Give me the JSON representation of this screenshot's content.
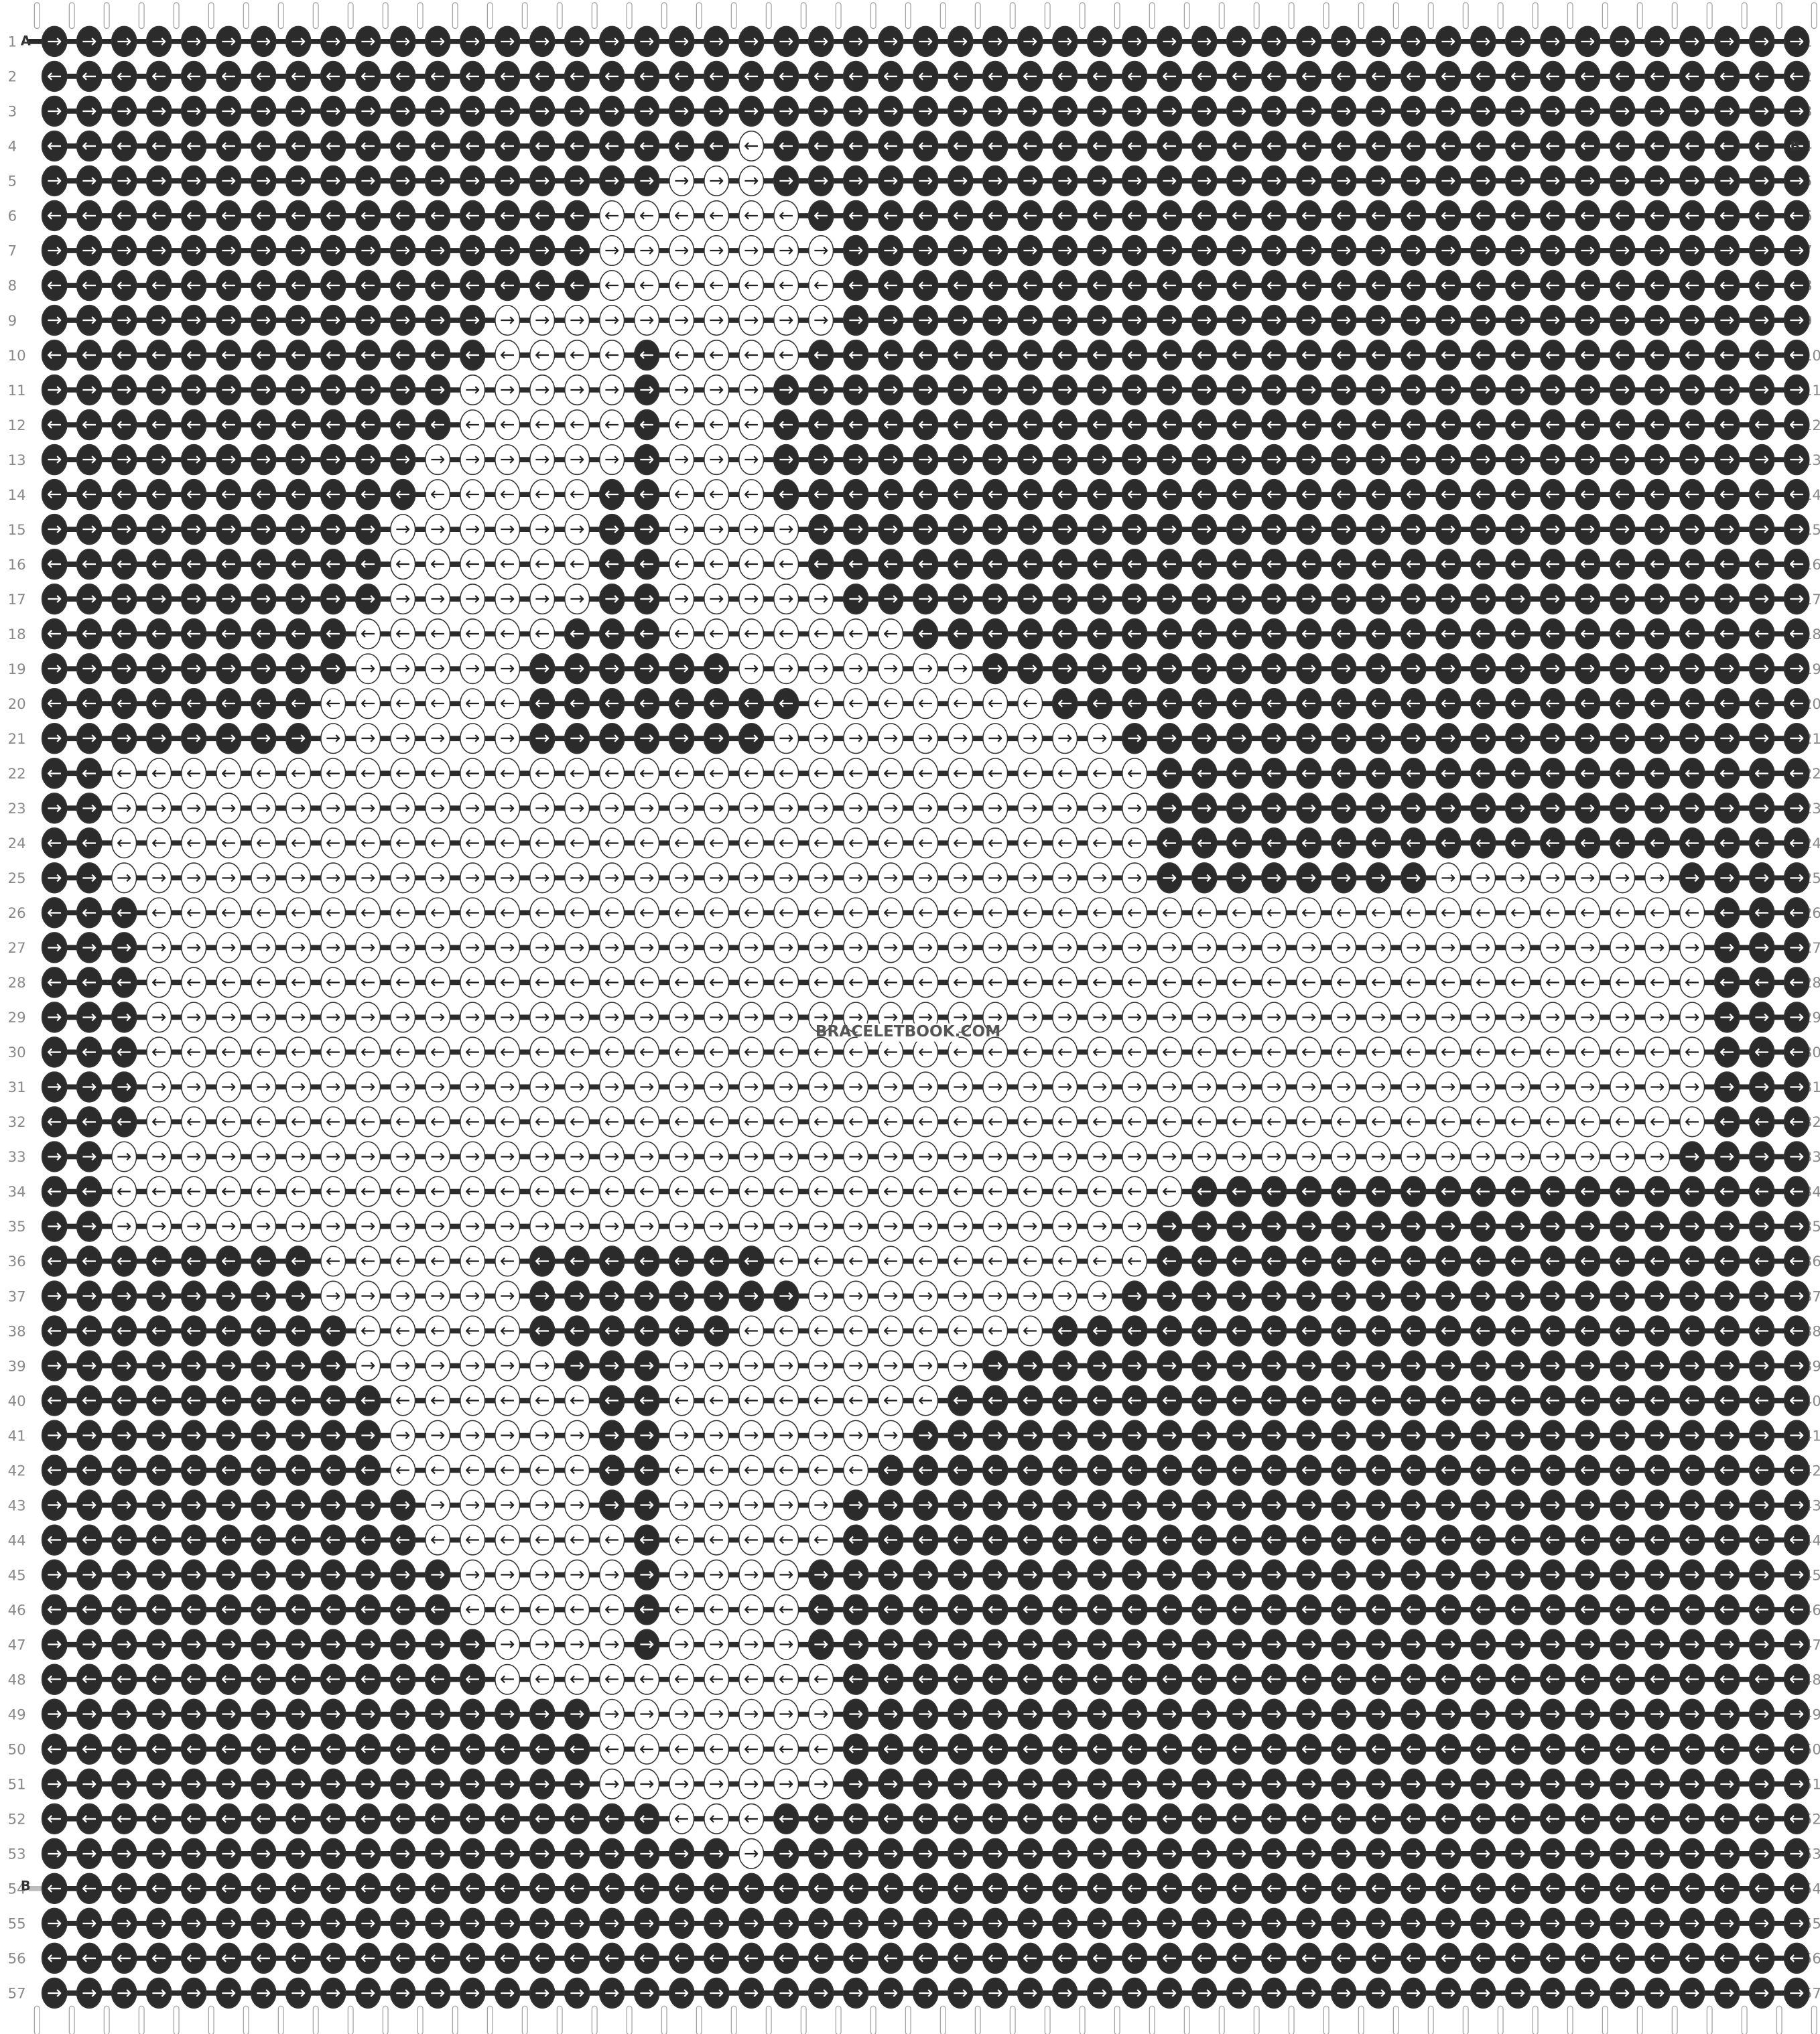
{
  "pattern": {
    "rows": 57,
    "knots_per_row": 51,
    "strand_labels": {
      "left_top": "A",
      "right_row4": "B",
      "left_row54": "B"
    },
    "watermark": "BRACELETBOOK.COM",
    "colors": {
      "dark": "#2b2b2b",
      "light": "#ffffff",
      "outline": "#333333",
      "arrow_on_dark": "#ffffff",
      "arrow_on_light": "#222222"
    },
    "icons": {
      "knot_forward": "right-arrow-icon",
      "knot_backward": "left-arrow-icon"
    },
    "light_cells": [
      [],
      [],
      [],
      [
        20
      ],
      [
        18,
        19,
        20
      ],
      [
        16,
        17,
        18,
        19,
        20,
        21
      ],
      [
        16,
        17,
        18,
        19,
        20,
        21,
        22
      ],
      [
        16,
        17,
        18,
        19,
        20,
        21,
        22
      ],
      [
        13,
        14,
        15,
        16,
        17,
        18,
        19,
        20,
        21,
        22
      ],
      [
        13,
        14,
        15,
        16,
        18,
        19,
        20,
        21
      ],
      [
        12,
        13,
        14,
        15,
        16,
        18,
        19,
        20
      ],
      [
        12,
        13,
        14,
        15,
        16,
        18,
        19,
        20
      ],
      [
        11,
        12,
        13,
        14,
        15,
        16,
        18,
        19,
        20
      ],
      [
        11,
        12,
        13,
        14,
        15,
        18,
        19,
        20
      ],
      [
        10,
        11,
        12,
        13,
        14,
        15,
        18,
        19,
        20,
        21
      ],
      [
        10,
        11,
        12,
        13,
        14,
        15,
        18,
        19,
        20,
        21
      ],
      [
        10,
        11,
        12,
        13,
        14,
        15,
        18,
        19,
        20,
        21,
        22
      ],
      [
        9,
        10,
        11,
        12,
        13,
        14,
        18,
        19,
        20,
        21,
        22,
        23,
        24
      ],
      [
        9,
        10,
        11,
        12,
        13,
        20,
        21,
        22,
        23,
        24,
        25,
        26
      ],
      [
        8,
        9,
        10,
        11,
        12,
        13,
        22,
        23,
        24,
        25,
        26,
        27,
        28
      ],
      [
        8,
        9,
        10,
        11,
        12,
        13,
        21,
        22,
        23,
        24,
        25,
        26,
        27,
        28,
        29,
        30
      ],
      [
        2,
        3,
        4,
        5,
        6,
        7,
        8,
        9,
        10,
        11,
        12,
        13,
        14,
        15,
        16,
        17,
        18,
        19,
        20,
        21,
        22,
        23,
        24,
        25,
        26,
        27,
        28,
        29,
        30,
        31
      ],
      [
        2,
        3,
        4,
        5,
        6,
        7,
        8,
        9,
        10,
        11,
        12,
        13,
        14,
        15,
        16,
        17,
        18,
        19,
        20,
        21,
        22,
        23,
        24,
        25,
        26,
        27,
        28,
        29,
        30,
        31
      ],
      [
        2,
        3,
        4,
        5,
        6,
        7,
        8,
        9,
        10,
        11,
        12,
        13,
        14,
        15,
        16,
        17,
        18,
        19,
        20,
        21,
        22,
        23,
        24,
        25,
        26,
        27,
        28,
        29,
        30,
        31
      ],
      [
        2,
        3,
        4,
        5,
        6,
        7,
        8,
        9,
        10,
        11,
        12,
        13,
        14,
        15,
        16,
        17,
        18,
        19,
        20,
        21,
        22,
        23,
        24,
        25,
        26,
        27,
        28,
        29,
        30,
        31,
        40,
        41,
        42,
        43,
        44,
        45,
        46
      ],
      [
        3,
        4,
        5,
        6,
        7,
        8,
        9,
        10,
        11,
        12,
        13,
        14,
        15,
        16,
        17,
        18,
        19,
        20,
        21,
        22,
        23,
        24,
        25,
        26,
        27,
        28,
        29,
        30,
        31,
        32,
        33,
        34,
        35,
        36,
        37,
        38,
        39,
        40,
        41,
        42,
        43,
        44,
        45,
        46,
        47
      ],
      [
        3,
        4,
        5,
        6,
        7,
        8,
        9,
        10,
        11,
        12,
        13,
        14,
        15,
        16,
        17,
        18,
        19,
        20,
        21,
        22,
        23,
        24,
        25,
        26,
        27,
        28,
        29,
        30,
        31,
        32,
        33,
        34,
        35,
        36,
        37,
        38,
        39,
        40,
        41,
        42,
        43,
        44,
        45,
        46,
        47
      ],
      [
        3,
        4,
        5,
        6,
        7,
        8,
        9,
        10,
        11,
        12,
        13,
        14,
        15,
        16,
        17,
        18,
        19,
        20,
        21,
        22,
        23,
        24,
        25,
        26,
        27,
        28,
        29,
        30,
        31,
        32,
        33,
        34,
        35,
        36,
        37,
        38,
        39,
        40,
        41,
        42,
        43,
        44,
        45,
        46,
        47
      ],
      [
        3,
        4,
        5,
        6,
        7,
        8,
        9,
        10,
        11,
        12,
        13,
        14,
        15,
        16,
        17,
        18,
        19,
        20,
        21,
        22,
        23,
        24,
        25,
        26,
        27,
        28,
        29,
        30,
        31,
        32,
        33,
        34,
        35,
        36,
        37,
        38,
        39,
        40,
        41,
        42,
        43,
        44,
        45,
        46,
        47
      ],
      [
        3,
        4,
        5,
        6,
        7,
        8,
        9,
        10,
        11,
        12,
        13,
        14,
        15,
        16,
        17,
        18,
        19,
        20,
        21,
        22,
        23,
        24,
        25,
        26,
        27,
        28,
        29,
        30,
        31,
        32,
        33,
        34,
        35,
        36,
        37,
        38,
        39,
        40,
        41,
        42,
        43,
        44,
        45,
        46,
        47
      ],
      [
        3,
        4,
        5,
        6,
        7,
        8,
        9,
        10,
        11,
        12,
        13,
        14,
        15,
        16,
        17,
        18,
        19,
        20,
        21,
        22,
        23,
        24,
        25,
        26,
        27,
        28,
        29,
        30,
        31,
        32,
        33,
        34,
        35,
        36,
        37,
        38,
        39,
        40,
        41,
        42,
        43,
        44,
        45,
        46,
        47
      ],
      [
        3,
        4,
        5,
        6,
        7,
        8,
        9,
        10,
        11,
        12,
        13,
        14,
        15,
        16,
        17,
        18,
        19,
        20,
        21,
        22,
        23,
        24,
        25,
        26,
        27,
        28,
        29,
        30,
        31,
        32,
        33,
        34,
        35,
        36,
        37,
        38,
        39,
        40,
        41,
        42,
        43,
        44,
        45,
        46,
        47
      ],
      [
        2,
        3,
        4,
        5,
        6,
        7,
        8,
        9,
        10,
        11,
        12,
        13,
        14,
        15,
        16,
        17,
        18,
        19,
        20,
        21,
        22,
        23,
        24,
        25,
        26,
        27,
        28,
        29,
        30,
        31,
        32,
        33,
        34,
        35,
        36,
        37,
        38,
        39,
        40,
        41,
        42,
        43,
        44,
        45,
        46
      ],
      [
        2,
        3,
        4,
        5,
        6,
        7,
        8,
        9,
        10,
        11,
        12,
        13,
        14,
        15,
        16,
        17,
        18,
        19,
        20,
        21,
        22,
        23,
        24,
        25,
        26,
        27,
        28,
        29,
        30,
        31,
        32
      ],
      [
        2,
        3,
        4,
        5,
        6,
        7,
        8,
        9,
        10,
        11,
        12,
        13,
        14,
        15,
        16,
        17,
        18,
        19,
        20,
        21,
        22,
        23,
        24,
        25,
        26,
        27,
        28,
        29,
        30,
        31
      ],
      [
        8,
        9,
        10,
        11,
        12,
        13,
        21,
        22,
        23,
        24,
        25,
        26,
        27,
        28,
        29,
        30,
        31
      ],
      [
        8,
        9,
        10,
        11,
        12,
        13,
        22,
        23,
        24,
        25,
        26,
        27,
        28,
        29,
        30
      ],
      [
        9,
        10,
        11,
        12,
        13,
        20,
        21,
        22,
        23,
        24,
        25,
        26,
        27,
        28
      ],
      [
        9,
        10,
        11,
        12,
        13,
        14,
        18,
        19,
        20,
        21,
        22,
        23,
        24,
        25,
        26
      ],
      [
        10,
        11,
        12,
        13,
        14,
        15,
        18,
        19,
        20,
        21,
        22,
        23,
        24,
        25
      ],
      [
        10,
        11,
        12,
        13,
        14,
        15,
        18,
        19,
        20,
        21,
        22,
        23,
        24
      ],
      [
        10,
        11,
        12,
        13,
        14,
        15,
        18,
        19,
        20,
        21,
        22,
        23
      ],
      [
        11,
        12,
        13,
        14,
        15,
        18,
        19,
        20,
        21,
        22
      ],
      [
        11,
        12,
        13,
        14,
        15,
        16,
        18,
        19,
        20,
        21,
        22
      ],
      [
        12,
        13,
        14,
        15,
        16,
        18,
        19,
        20,
        21
      ],
      [
        12,
        13,
        14,
        15,
        16,
        18,
        19,
        20,
        21
      ],
      [
        13,
        14,
        15,
        16,
        18,
        19,
        20,
        21
      ],
      [
        13,
        14,
        15,
        16,
        17,
        18,
        19,
        20,
        21,
        22
      ],
      [
        16,
        17,
        18,
        19,
        20,
        21,
        22
      ],
      [
        16,
        17,
        18,
        19,
        20,
        21,
        22
      ],
      [
        16,
        17,
        18,
        19,
        20,
        21,
        22
      ],
      [
        18,
        19,
        20
      ],
      [
        20
      ],
      [],
      [],
      []
    ]
  }
}
